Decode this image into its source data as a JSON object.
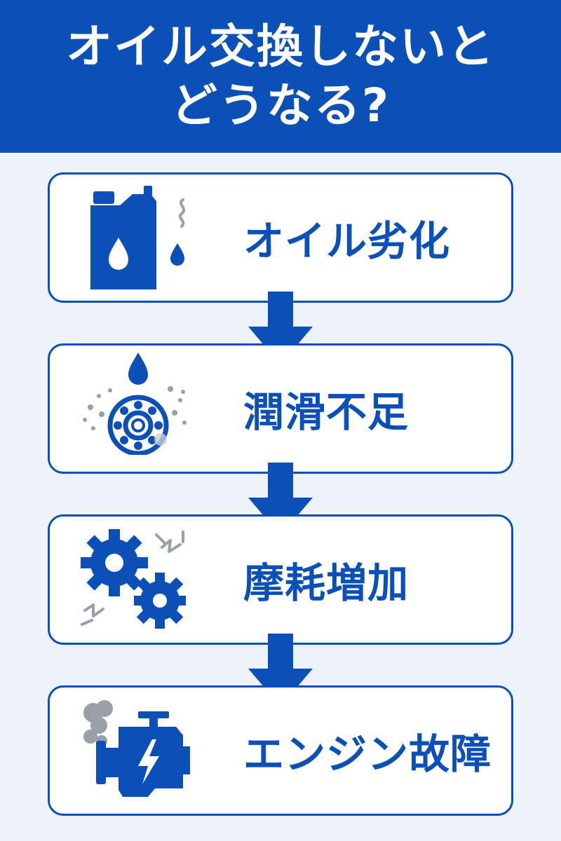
{
  "title": {
    "line1": "オイル交換しないと",
    "line2": "どうなる?"
  },
  "steps": [
    {
      "label": "オイル劣化",
      "icon": "oil-can-icon"
    },
    {
      "label": "潤滑不足",
      "icon": "bearing-icon"
    },
    {
      "label": "摩耗増加",
      "icon": "gears-icon"
    },
    {
      "label": "エンジン故障",
      "icon": "engine-warning-icon"
    }
  ],
  "colors": {
    "primary": "#0b4fb8",
    "background": "#eef3fb",
    "card": "#ffffff",
    "gray": "#9aa0a8"
  }
}
